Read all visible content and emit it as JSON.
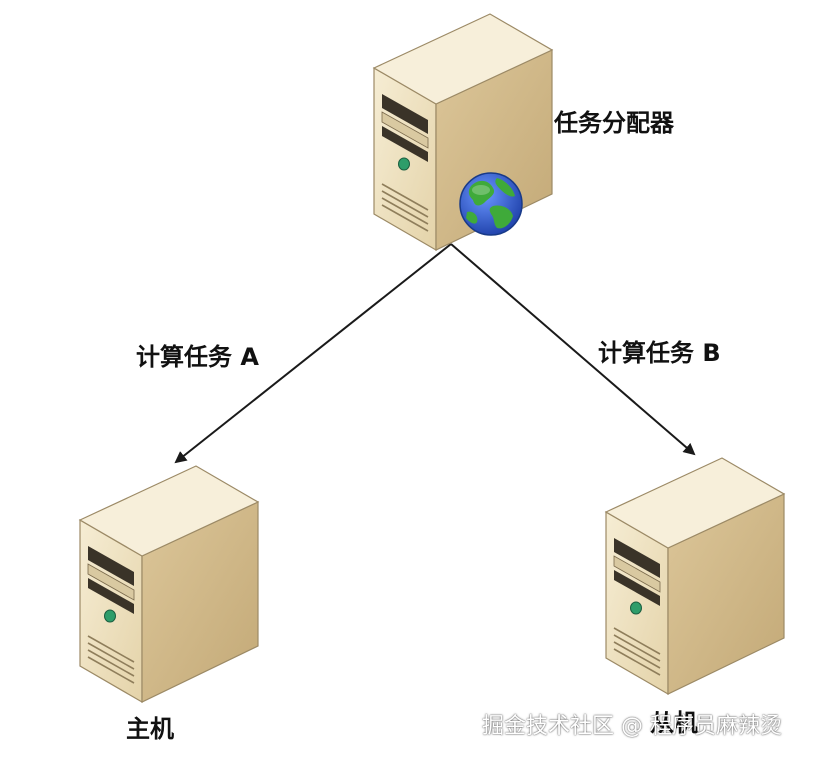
{
  "nodes": {
    "dispatcher": {
      "label": "任务分配器"
    },
    "host": {
      "label": "主机"
    },
    "slave": {
      "label": "从机"
    }
  },
  "edges": {
    "task_a": {
      "label": "计算任务 A"
    },
    "task_b": {
      "label": "计算任务 B"
    }
  },
  "watermark": {
    "text": "掘金技术社区 @ 程序员麻辣烫"
  },
  "colors": {
    "server_front": "#efe3c2",
    "server_side": "#d2bc8e",
    "server_top": "#f7efda",
    "server_outline": "#9c8a66",
    "arrow": "#1a1a1a",
    "globe_ocean": "#2f5fd0",
    "globe_land": "#3faa3a"
  }
}
